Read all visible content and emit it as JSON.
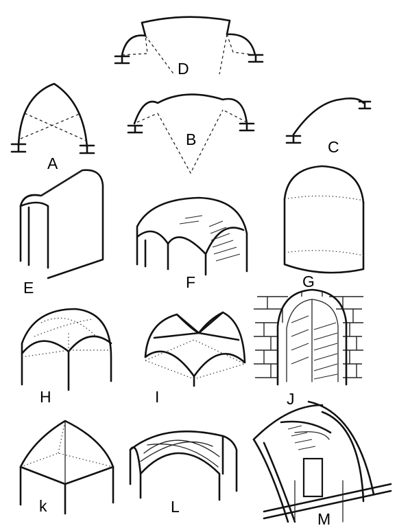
{
  "labels": {
    "D": "D",
    "A": "A",
    "B": "B",
    "C": "C",
    "E": "E",
    "F": "F",
    "G": "G",
    "H": "H",
    "I": "I",
    "J": "J",
    "k": "k",
    "L": "L",
    "M": "M"
  }
}
